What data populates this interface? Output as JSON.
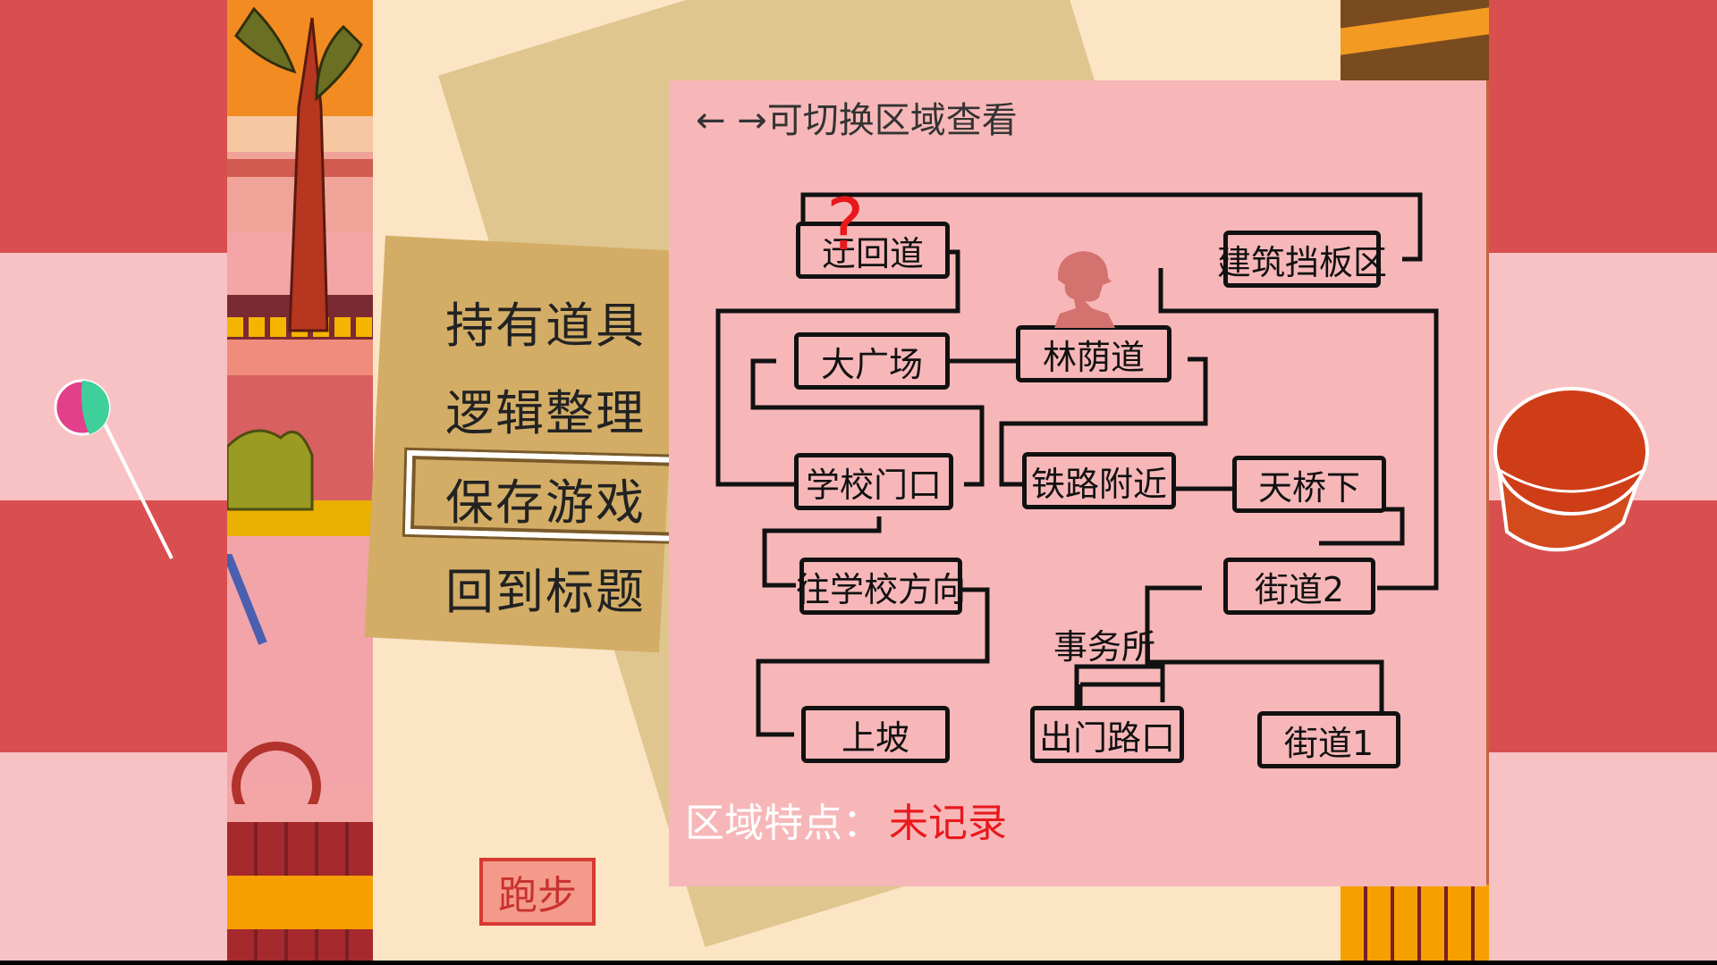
{
  "menu": {
    "items": [
      {
        "id": "held-items",
        "label": "持有道具"
      },
      {
        "id": "logic-organize",
        "label": "逻辑整理"
      },
      {
        "id": "save-game",
        "label": "保存游戏"
      },
      {
        "id": "return-title",
        "label": "回到标题"
      }
    ],
    "selected": "save-game"
  },
  "map": {
    "hint": "← →可切换区域查看",
    "nodes": {
      "winding_path": "迂回道",
      "building_hoarding": "建筑挡板区",
      "plaza": "大广场",
      "boulevard": "林荫道",
      "school_gate": "学校门口",
      "near_railway": "铁路附近",
      "under_bridge": "天桥下",
      "toward_school": "往学校方向",
      "street_2": "街道2",
      "office": "事务所",
      "uphill": "上坡",
      "exit_crossing": "出门路口",
      "street_1": "街道1"
    },
    "current_location": "boulevard",
    "unknown_marker": "?",
    "feature_label": "区域特点：",
    "feature_value": "未记录",
    "feature_value_color": "#e8191c"
  },
  "hud": {
    "run_label": "跑步"
  },
  "icons": [
    "player-silhouette-icon",
    "question-mark-icon",
    "lollipop-icon",
    "cake-icon"
  ],
  "colors": {
    "stripe_red": "#d94f50",
    "stripe_pink": "#f8c2c4",
    "map_bg": "#f7b7b9",
    "paper": "#dfc58e",
    "menu_panel": "#d3ad66"
  }
}
